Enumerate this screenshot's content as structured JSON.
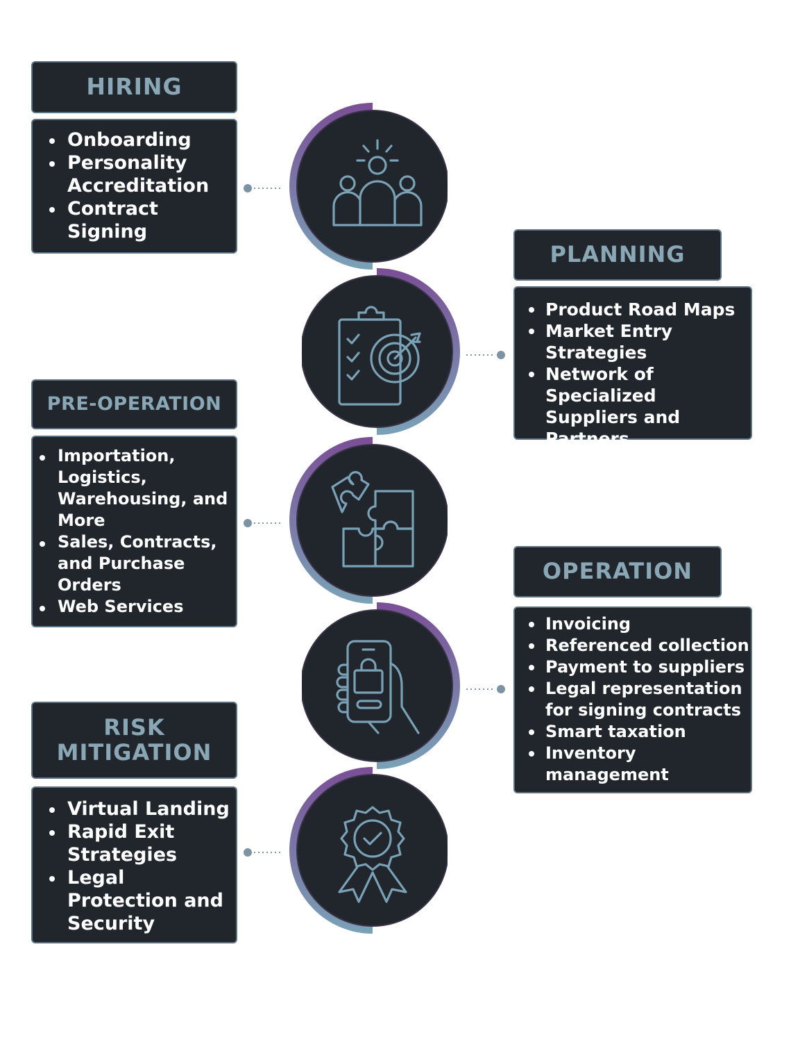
{
  "colors": {
    "box_bg": "#21252c",
    "title_text": "#8aa7b6",
    "item_text": "#ffffff",
    "ring_purple": "#7a4e96",
    "ring_blue": "#7aa2b7",
    "icon_stroke": "#7aa2b7"
  },
  "sections": [
    {
      "title": [
        "HIRING"
      ],
      "items": [
        "Onboarding",
        "Personality Accreditation",
        "Contract Signing"
      ],
      "icon": "team-icon"
    },
    {
      "title": [
        "PLANNING"
      ],
      "items": [
        "Product Road Maps",
        "Market Entry Strategies",
        "Network of Specialized Suppliers and Partners"
      ],
      "icon": "clipboard-target-icon"
    },
    {
      "title": [
        "PRE-OPERATION"
      ],
      "items": [
        "Importation, Logistics, Warehousing, and More",
        "Sales, Contracts, and Purchase Orders",
        "Web Services"
      ],
      "icon": "puzzle-icon"
    },
    {
      "title": [
        "OPERATION"
      ],
      "items": [
        "Invoicing",
        "Referenced collection",
        "Payment to suppliers",
        "Legal representation for signing contracts",
        "Smart taxation",
        "Inventory management"
      ],
      "icon": "phone-shopping-icon"
    },
    {
      "title": [
        "RISK",
        "MITIGATION"
      ],
      "items": [
        "Virtual Landing",
        "Rapid Exit Strategies",
        "Legal Protection and Security"
      ],
      "icon": "award-badge-icon"
    }
  ]
}
